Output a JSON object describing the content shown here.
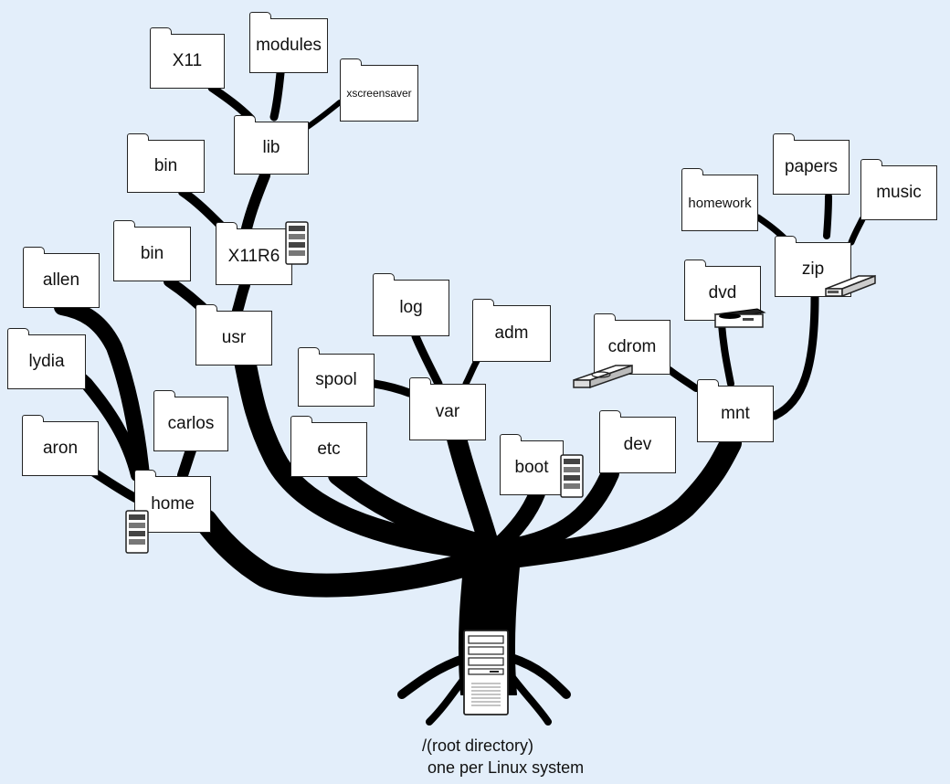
{
  "folders": {
    "x11": "X11",
    "modules": "modules",
    "xscreensaver": "xscreensaver",
    "lib": "lib",
    "bin_top": "bin",
    "x11r6": "X11R6",
    "bin_mid": "bin",
    "usr": "usr",
    "allen": "allen",
    "lydia": "lydia",
    "carlos": "carlos",
    "aron": "aron",
    "home": "home",
    "log": "log",
    "adm": "adm",
    "spool": "spool",
    "var": "var",
    "etc": "etc",
    "boot": "boot",
    "dev": "dev",
    "cdrom": "cdrom",
    "dvd": "dvd",
    "homework": "homework",
    "papers": "papers",
    "music": "music",
    "zip": "zip",
    "mnt": "mnt"
  },
  "root": {
    "line1": "/(root directory)",
    "line2": "one per Linux system"
  },
  "icons": {
    "disk": "hard-disk-icon",
    "server": "server-tower-icon",
    "cdrom_drive": "cdrom-drive-icon",
    "dvd_drive": "dvd-drive-icon",
    "zip_drive": "zip-drive-icon"
  },
  "colors": {
    "background": "#e3eefa",
    "tree": "#000000",
    "folder_fill": "#ffffff"
  }
}
